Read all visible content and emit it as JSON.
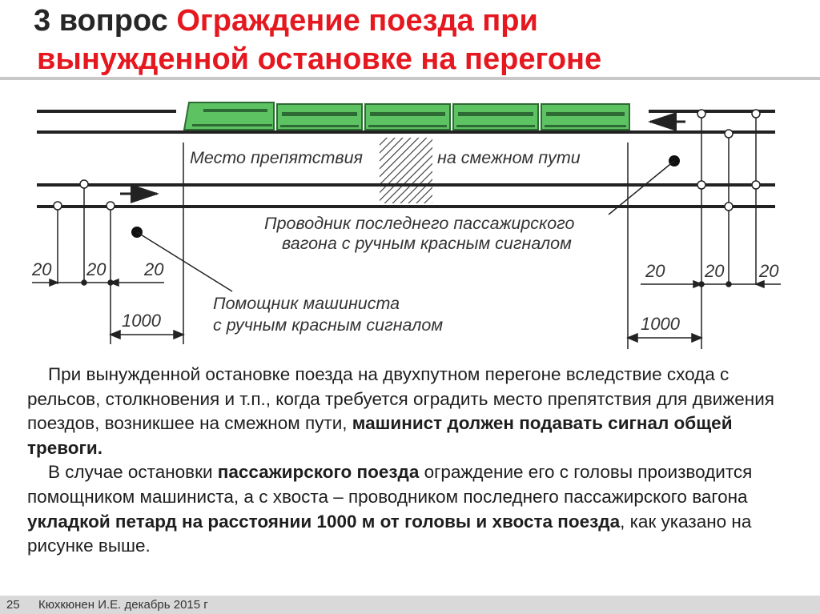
{
  "slide": {
    "title_prefix": "3 вопрос",
    "title_part1": "Ограждение поезда при",
    "title_part2": "вынужденной остановке на перегоне"
  },
  "diagram": {
    "label_obstacle_1": "Место препятствия",
    "label_obstacle_2": "на смежном пути",
    "label_conductor_1": "Проводник последнего пассажирского",
    "label_conductor_2": "вагона с ручным красным сигналом",
    "label_assistant_1": "Помощник машиниста",
    "label_assistant_2": "с ручным красным сигналом",
    "dim_20": "20",
    "dim_1000": "1000",
    "colors": {
      "train_fill": "#5cc262",
      "train_stroke": "#2e6b34",
      "rail": "#222222"
    }
  },
  "body": {
    "p1_text": "При вынужденной остановке поезда на двухпутном  перегоне вследствие схода с рельсов, столкновения и т.п., когда требуется оградить место препятствия для движения поездов, возникшее на смежном пути, ",
    "p1_bold": "машинист должен подавать сигнал общей тревоги.",
    "p2_a": "В случае остановки ",
    "p2_bold1": "пассажирского поезда",
    "p2_b": " ограждение его с головы производится помощником машиниста, а с хвоста – проводником последнего пассажирского вагона ",
    "p2_bold2": "укладкой петард на расстоянии 1000 м от головы и хвоста поезда",
    "p2_c": ", как указано на рисунке выше."
  },
  "footer": {
    "page_number": "25",
    "author": "Кюхкюнен И.Е. декабрь 2015 г"
  }
}
